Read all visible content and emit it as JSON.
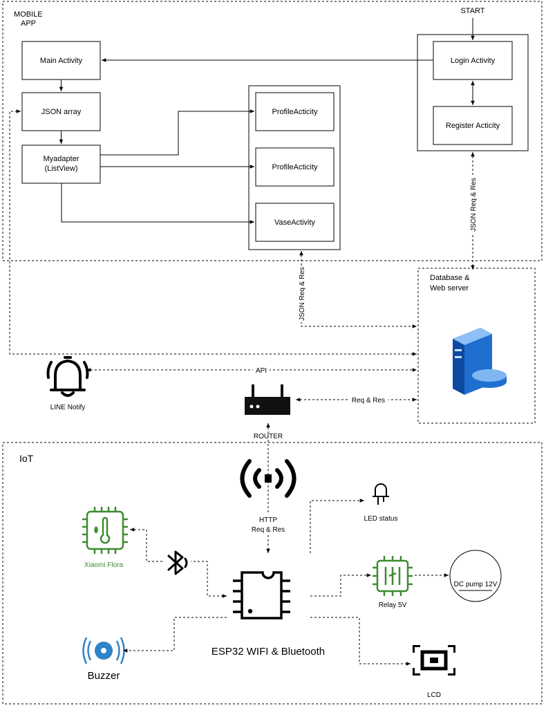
{
  "mobile_app": {
    "region_label_line1": "MOBILE",
    "region_label_line2": "APP",
    "start_label": "START",
    "main_activity": "Main Activity",
    "json_array": "JSON array",
    "myadapter_line1": "Myadapter",
    "myadapter_line2": "(ListView)",
    "profile_activity_1": "ProfileActicity",
    "profile_activity_2": "ProfileActicity",
    "vase_activity": "VaseActivity",
    "login_activity": "Login Activity",
    "register_activity": "Register Acticity"
  },
  "connections": {
    "json_req_res_right": "JSON Req & Res",
    "json_req_res_middle": "JSON Req & Res",
    "api": "API",
    "req_res": "Req & Res",
    "http_line1": "HTTP",
    "http_line2": "Req & Res"
  },
  "server": {
    "label_line1": "Database &",
    "label_line2": "Web server",
    "icon": "server-database-icon"
  },
  "line_notify": {
    "label": "LINE Notify",
    "icon": "bell-icon"
  },
  "router": {
    "label": "ROUTER",
    "icon": "router-icon"
  },
  "iot": {
    "region_label": "IoT",
    "wifi_icon": "wifi-signal-icon",
    "xiaomi_flora": "Xiaomi Flora",
    "bluetooth_icon": "bluetooth-icon",
    "esp32": "ESP32 WIFI & Bluetooth",
    "led_status": "LED status",
    "relay": "Relay 5V",
    "dc_pump": "DC pump 12V",
    "buzzer": "Buzzer",
    "lcd": "LCD"
  },
  "colors": {
    "line": "#000000",
    "green": "#3d8b2f",
    "buzzer_blue": "#2f83c8",
    "server_blue": "#1f6fd1"
  }
}
